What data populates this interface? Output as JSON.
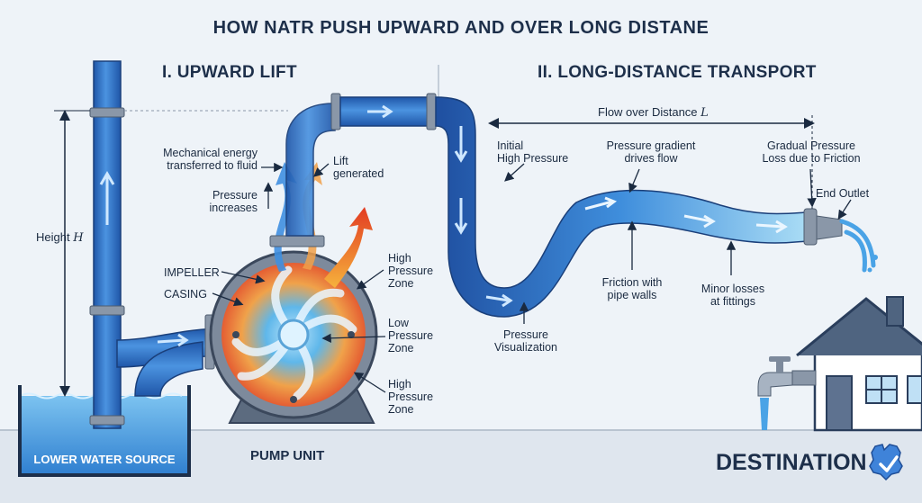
{
  "title": "HOW NATR PUSH UPWARD AND OVER LONG DISTANE",
  "sections": {
    "upward_lift": "I. UPWARD LIFT",
    "long_distance": "II. LONG-DISTANCE TRANSPORT"
  },
  "labels": {
    "mechanical_energy": "Mechanical energy\ntransferred to fluid",
    "lift_generated": "Lift\ngenerated",
    "pressure_increases": "Pressure\nincreases",
    "height_text": "Height",
    "height_var": "H",
    "impeller": "IMPELLER",
    "casing": "CASING",
    "high_pressure_zone_top": "High\nPressure\nZone",
    "low_pressure_zone": "Low\nPressure\nZone",
    "high_pressure_zone_bottom": "High\nPressure\nZone",
    "lower_water_source": "LOWER WATER SOURCE",
    "pump_unit": "PUMP UNIT",
    "flow_over_distance_text": "Flow over Distance",
    "flow_over_distance_var": "L",
    "initial_high_pressure": "Initial\nHigh Pressure",
    "pressure_gradient": "Pressure gradient\ndrives flow",
    "gradual_pressure_loss": "Gradual Pressure\nLoss due to Friction",
    "end_outlet": "End Outlet",
    "friction_with_walls": "Friction with\npipe walls",
    "minor_losses": "Minor losses\nat fittings",
    "pressure_visualization": "Pressure\nVisualization",
    "destination": "DESTINATION"
  },
  "colors": {
    "pipe_blue": "#2f6fc6",
    "pipe_dark": "#1f4e97",
    "water": "#4aa3e6",
    "high_pressure": "#e8552a",
    "low_pressure": "#5fb7ea",
    "navy_text": "#1d2f4a",
    "background": "#eef3f8"
  },
  "icons": {
    "destination_badge": "check-badge-icon",
    "house": "house-icon",
    "faucet": "faucet-icon"
  }
}
